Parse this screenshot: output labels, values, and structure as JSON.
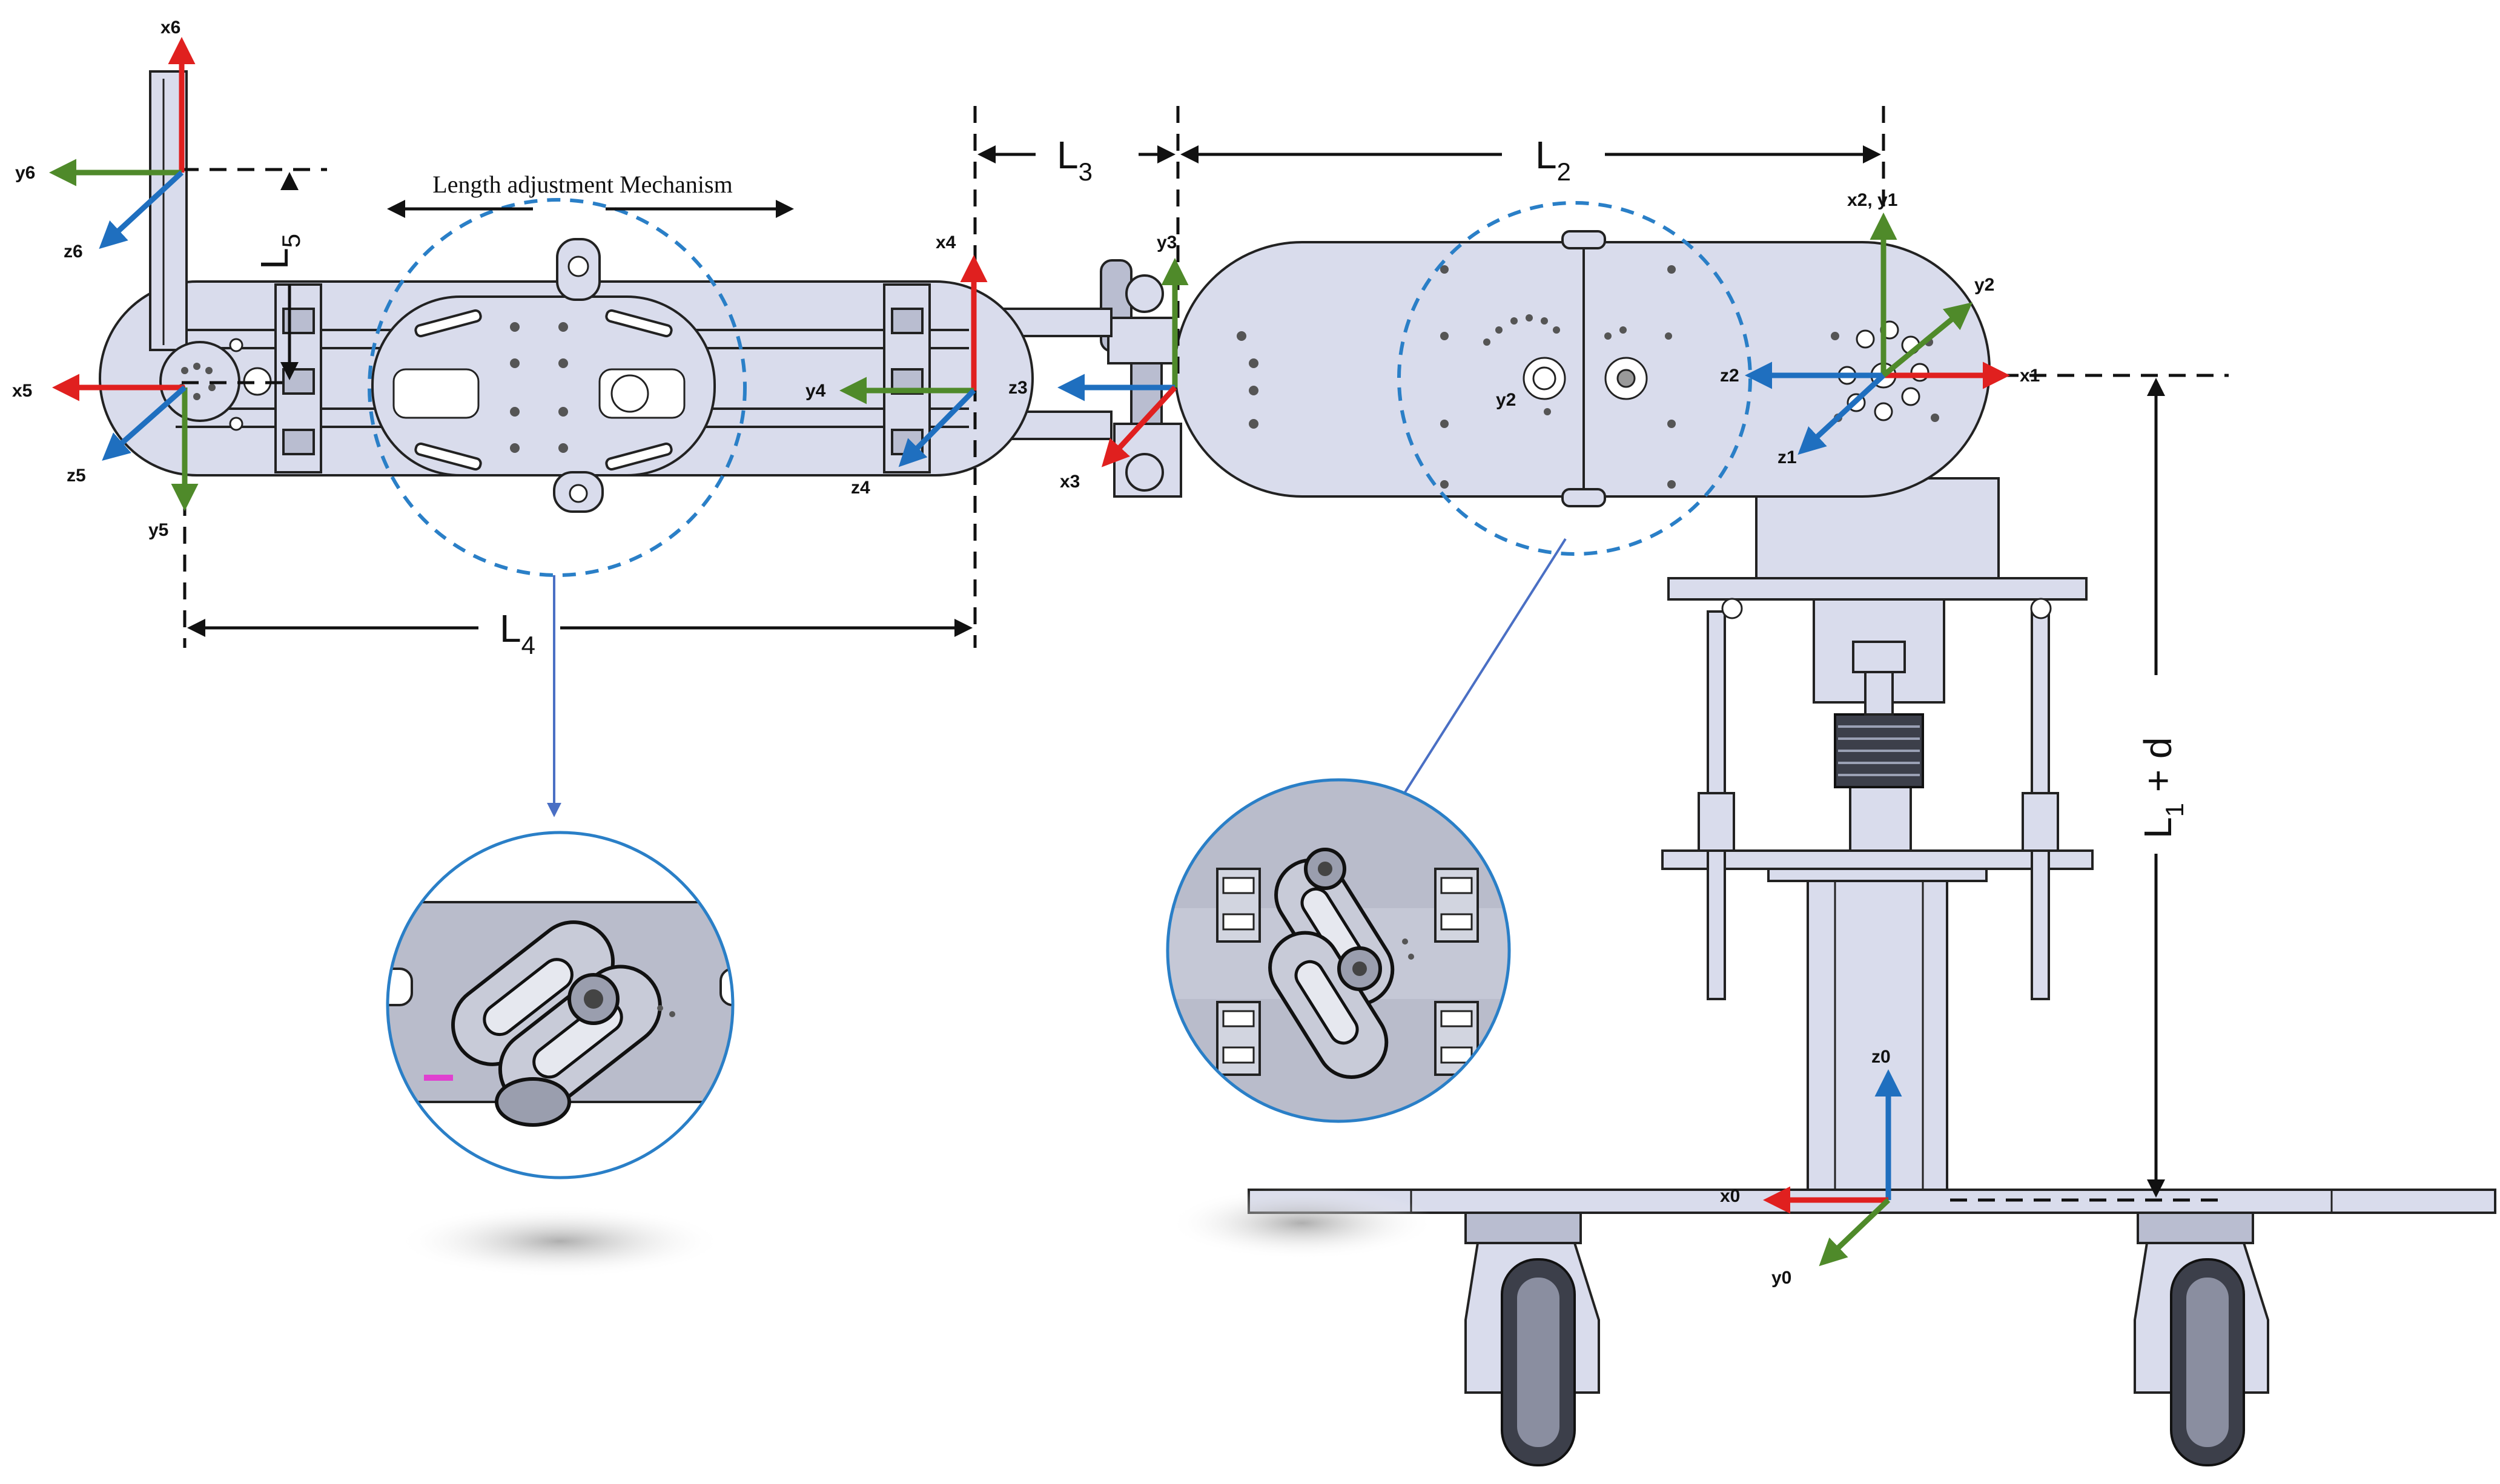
{
  "colors": {
    "x_axis": "#e0201f",
    "y_axis": "#4f8a2a",
    "z_axis": "#1f6fbf",
    "part_fill": "#d9dcec",
    "focus_circle": "#2a7fc7",
    "callout_line": "#4a6fc4"
  },
  "frames": {
    "f0": {
      "x": "x0",
      "y": "y0",
      "z": "z0"
    },
    "f1": {
      "xy": "x2, y1",
      "y2": "y2",
      "x1": "x1",
      "z2": "z2",
      "z1": "z1",
      "y2_center": "y2"
    },
    "f3": {
      "x": "x3",
      "y": "y3",
      "z": "z3"
    },
    "f4": {
      "x": "x4",
      "y": "y4",
      "z": "z4"
    },
    "f5": {
      "x": "x5",
      "y": "y5",
      "z": "z5"
    },
    "f6": {
      "x": "x6",
      "y": "y6",
      "z": "z6"
    }
  },
  "dimensions": {
    "L2": {
      "main": "L",
      "sub": "2"
    },
    "L3": {
      "main": "L",
      "sub": "3"
    },
    "L4": {
      "main": "L",
      "sub": "4"
    },
    "L5": {
      "main": "L",
      "sub": "5"
    },
    "L1d": {
      "main": "L",
      "sub": "1",
      "suffix": " + d"
    }
  },
  "caption": "Length adjustment Mechanism"
}
